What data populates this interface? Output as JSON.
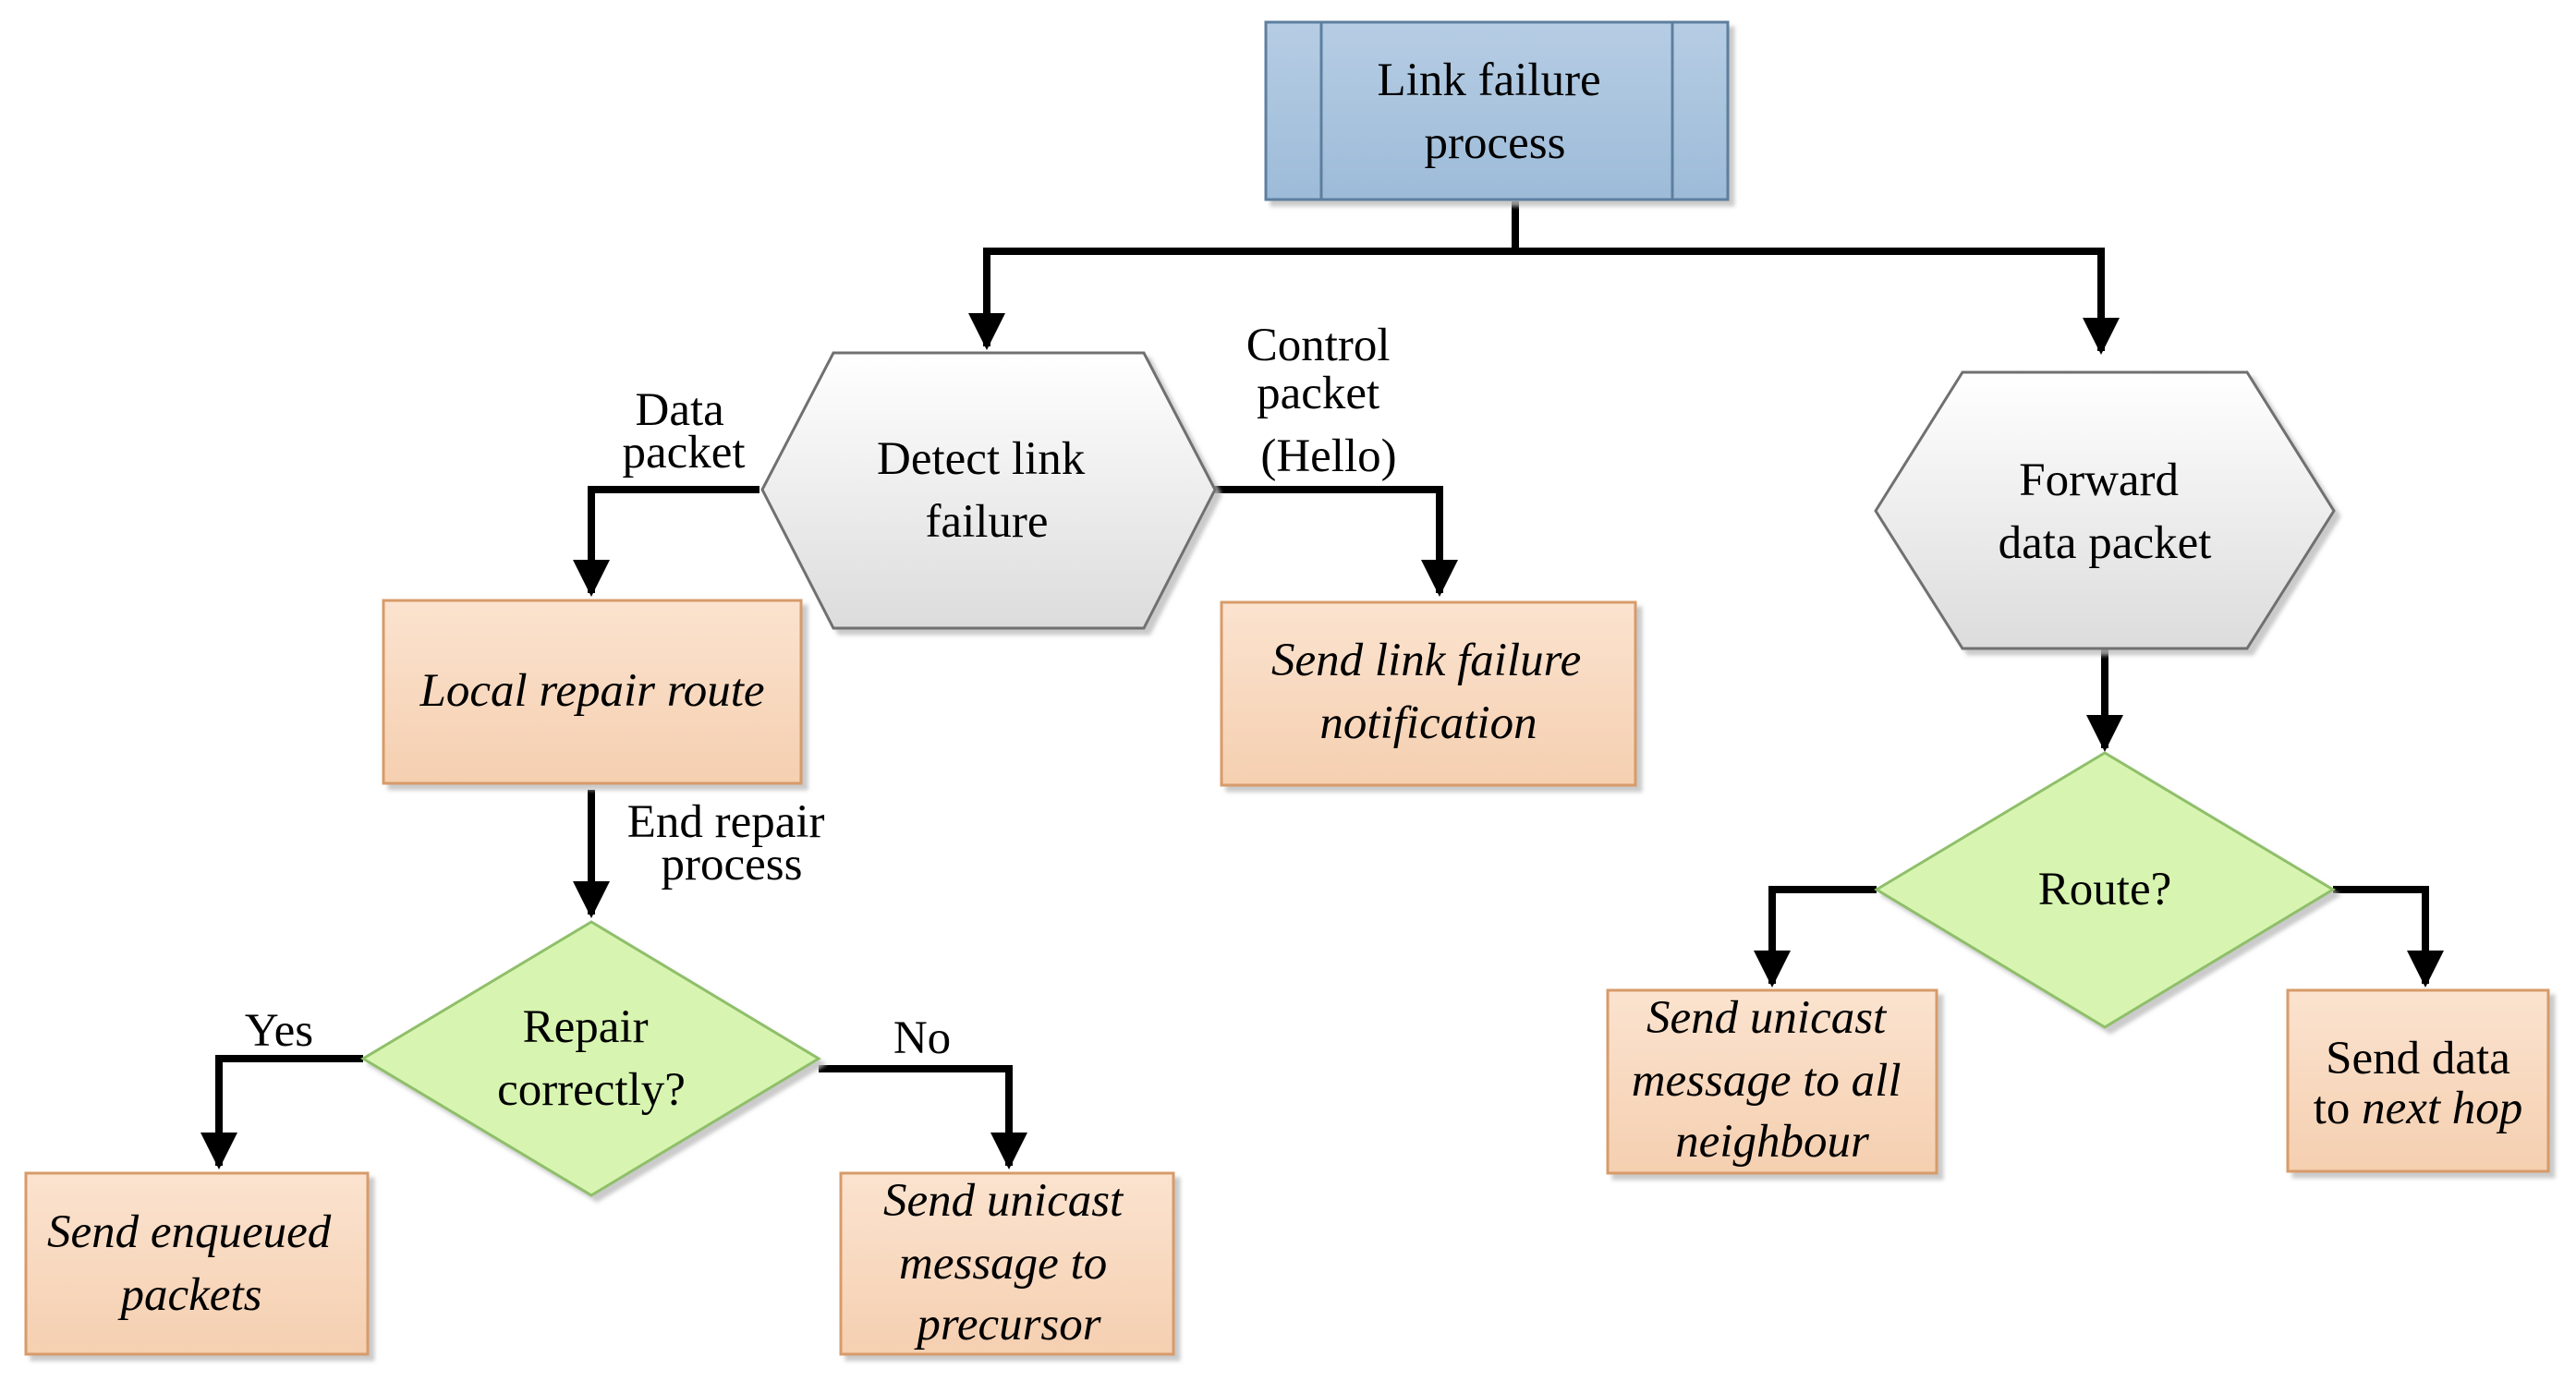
{
  "colors": {
    "process_fill": "#a9c4dd",
    "process_stroke": "#5d7f9f",
    "hexagon_fill": "#e9e9e9",
    "diamond_fill": "#d7f5b0",
    "action_fill": "#f8d8bd",
    "action_stroke": "#d79b6a",
    "line": "#000000"
  },
  "nodes": {
    "start": {
      "lines": [
        "Link failure",
        "process"
      ]
    },
    "detect": {
      "lines": [
        "Detect link",
        "failure"
      ]
    },
    "forward": {
      "lines": [
        "Forward",
        "data packet"
      ]
    },
    "local_repair": {
      "lines": [
        "Local repair route"
      ]
    },
    "send_link_failure": {
      "lines": [
        "Send link failure",
        "notification"
      ]
    },
    "repair_decision": {
      "lines": [
        "Repair",
        "correctly?"
      ]
    },
    "route_decision": {
      "lines": [
        "Route?"
      ]
    },
    "send_enqueued": {
      "lines": [
        "Send enqueued",
        "packets"
      ]
    },
    "send_unicast_precursor": {
      "lines": [
        "Send unicast",
        "message to",
        "precursor"
      ]
    },
    "send_unicast_all": {
      "lines": [
        "Send unicast",
        "message to all",
        "neighbour"
      ]
    },
    "send_next_hop": {
      "line1": "Send data",
      "line2_prefix": "to ",
      "line2_italic": "next hop"
    }
  },
  "edge_labels": {
    "data_packet": [
      "Data",
      "packet"
    ],
    "control_packet": [
      "Control",
      "packet",
      "(Hello)"
    ],
    "end_repair": [
      "End repair",
      "process"
    ],
    "yes": "Yes",
    "no": "No"
  }
}
